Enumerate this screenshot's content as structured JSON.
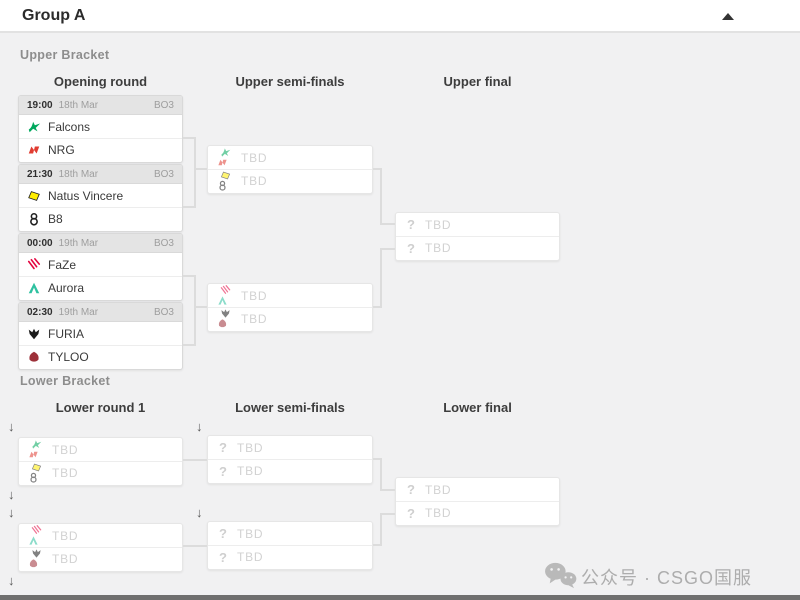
{
  "window": {
    "title": "Group A",
    "collapse_icon": "chevron-up"
  },
  "bracket": {
    "upper": {
      "label": "Upper Bracket",
      "columns": [
        "Opening round",
        "Upper semi-finals",
        "Upper final"
      ],
      "openers": [
        {
          "time": "19:00",
          "date": "18th Mar",
          "bo": "BO3",
          "t1": "Falcons",
          "t2": "NRG"
        },
        {
          "time": "21:30",
          "date": "18th Mar",
          "bo": "BO3",
          "t1": "Natus Vincere",
          "t2": "B8"
        },
        {
          "time": "00:00",
          "date": "19th Mar",
          "bo": "BO3",
          "t1": "FaZe",
          "t2": "Aurora"
        },
        {
          "time": "02:30",
          "date": "19th Mar",
          "bo": "BO3",
          "t1": "FURIA",
          "t2": "TYLOO"
        }
      ],
      "semis": [
        {
          "slots": [
            {
              "label": "TBD",
              "candidates": [
                "Falcons",
                "NRG"
              ]
            },
            {
              "label": "TBD",
              "candidates": [
                "Natus Vincere",
                "B8"
              ]
            }
          ]
        },
        {
          "slots": [
            {
              "label": "TBD",
              "candidates": [
                "FaZe",
                "Aurora"
              ]
            },
            {
              "label": "TBD",
              "candidates": [
                "FURIA",
                "TYLOO"
              ]
            }
          ]
        }
      ],
      "final": {
        "slots": [
          {
            "label": "TBD"
          },
          {
            "label": "TBD"
          }
        ]
      }
    },
    "lower": {
      "label": "Lower Bracket",
      "columns": [
        "Lower round 1",
        "Lower semi-finals",
        "Lower final"
      ],
      "round1": [
        {
          "slots": [
            {
              "label": "TBD",
              "candidates": [
                "Falcons",
                "NRG"
              ]
            },
            {
              "label": "TBD",
              "candidates": [
                "Natus Vincere",
                "B8"
              ]
            }
          ]
        },
        {
          "slots": [
            {
              "label": "TBD",
              "candidates": [
                "FaZe",
                "Aurora"
              ]
            },
            {
              "label": "TBD",
              "candidates": [
                "FURIA",
                "TYLOO"
              ]
            }
          ]
        }
      ],
      "semis": [
        {
          "slots": [
            {
              "label": "TBD"
            },
            {
              "label": "TBD"
            }
          ]
        },
        {
          "slots": [
            {
              "label": "TBD"
            },
            {
              "label": "TBD"
            }
          ]
        }
      ],
      "final": {
        "slots": [
          {
            "label": "TBD"
          },
          {
            "label": "TBD"
          }
        ]
      }
    },
    "placeholders": {
      "tbd": "TBD",
      "unknown": "?"
    }
  },
  "team_colors": {
    "falcons": "#00a85d",
    "nrg": "#e03c31",
    "navi": "#ffed00",
    "b8": "#1f1f1f",
    "faze": "#e4043f",
    "aurora": "#2fc1a0",
    "furia": "#1b1b1b",
    "tyloo": "#9d3039"
  },
  "watermark": {
    "icon": "wechat-icon",
    "text": "公众号 · CSGO国服"
  }
}
